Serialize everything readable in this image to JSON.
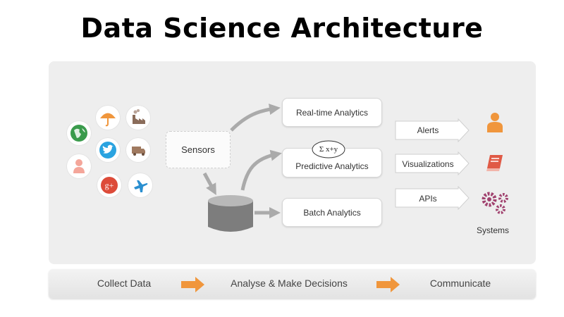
{
  "title": "Data Science Architecture",
  "sources": {
    "icons": [
      "globe-icon",
      "umbrella-icon",
      "factory-icon",
      "twitter-icon",
      "truck-icon",
      "person-icon",
      "google-plus-icon",
      "airplane-icon"
    ],
    "google_plus_glyph": "g+"
  },
  "sensors": {
    "label": "Sensors"
  },
  "database": {
    "icon": "database-icon"
  },
  "analytics": {
    "realtime": "Real-time Analytics",
    "predictive": "Predictive Analytics",
    "predictive_formula": "Σ x+y",
    "batch": "Batch Analytics"
  },
  "outputs": {
    "alerts": "Alerts",
    "visualizations": "Visualizations",
    "apis": "APIs"
  },
  "systems": {
    "label": "Systems"
  },
  "process": {
    "collect": "Collect Data",
    "analyse": "Analyse & Make Decisions",
    "communicate": "Communicate"
  },
  "colors": {
    "orange": "#f0963c",
    "arrow_gray": "#aaaaaa",
    "db_gray": "#7d7d7d",
    "gear_purple": "#a0416e",
    "book_red": "#e05a46",
    "twitter_blue": "#2aa3e0",
    "gplus_red": "#dd4b39",
    "globe_green": "#3a9b4c",
    "plane_blue": "#2a8fd0"
  }
}
